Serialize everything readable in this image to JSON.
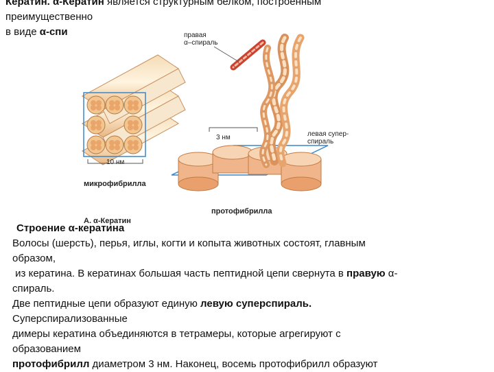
{
  "top": {
    "line1_bold": "Кератин. α-Кератин",
    "line1_rest": " является структурным белком, построенным",
    "line2": "преимущественно",
    "line3_rest": "в виде ",
    "line3_bold": "α-спи"
  },
  "figure": {
    "label_right_helix_1": "правая",
    "label_right_helix_2": "α–спираль",
    "label_left_superhelix_1": "левая супер-",
    "label_left_superhelix_2": "спираль",
    "label_3nm": "3 нм",
    "label_10nm": "10 нм",
    "label_microfibril": "микрофибрилла",
    "label_protofibril": "протофибрилла",
    "label_title": "А. α-Кератин"
  },
  "text": {
    "caption": "Строение α-кератина",
    "p1_line1": "Волосы (шерсть), перья, иглы, когти и копыта животных состоят, главным",
    "p1_line2": "образом,",
    "p2_line1_pre": "из кератина. В кератинах большая часть пептидной цепи свернута в ",
    "p2_line1_bold": "правую",
    "p2_line1_post": " α-",
    "p2_line2": "спираль.",
    "p3_line1_pre": "Две пептидные цепи образуют единую ",
    "p3_line1_bold": "левую суперспираль.",
    "p3_line2": "Суперспирализованные",
    "p4_line1": "димеры кератина объединяются в тетрамеры, которые агрегируют с",
    "p4_line2": "образованием",
    "p5_line1_bold": "протофибрилл",
    "p5_line1_rest": " диаметром 3 нм. Наконец, восемь протофибрилл образуют"
  }
}
